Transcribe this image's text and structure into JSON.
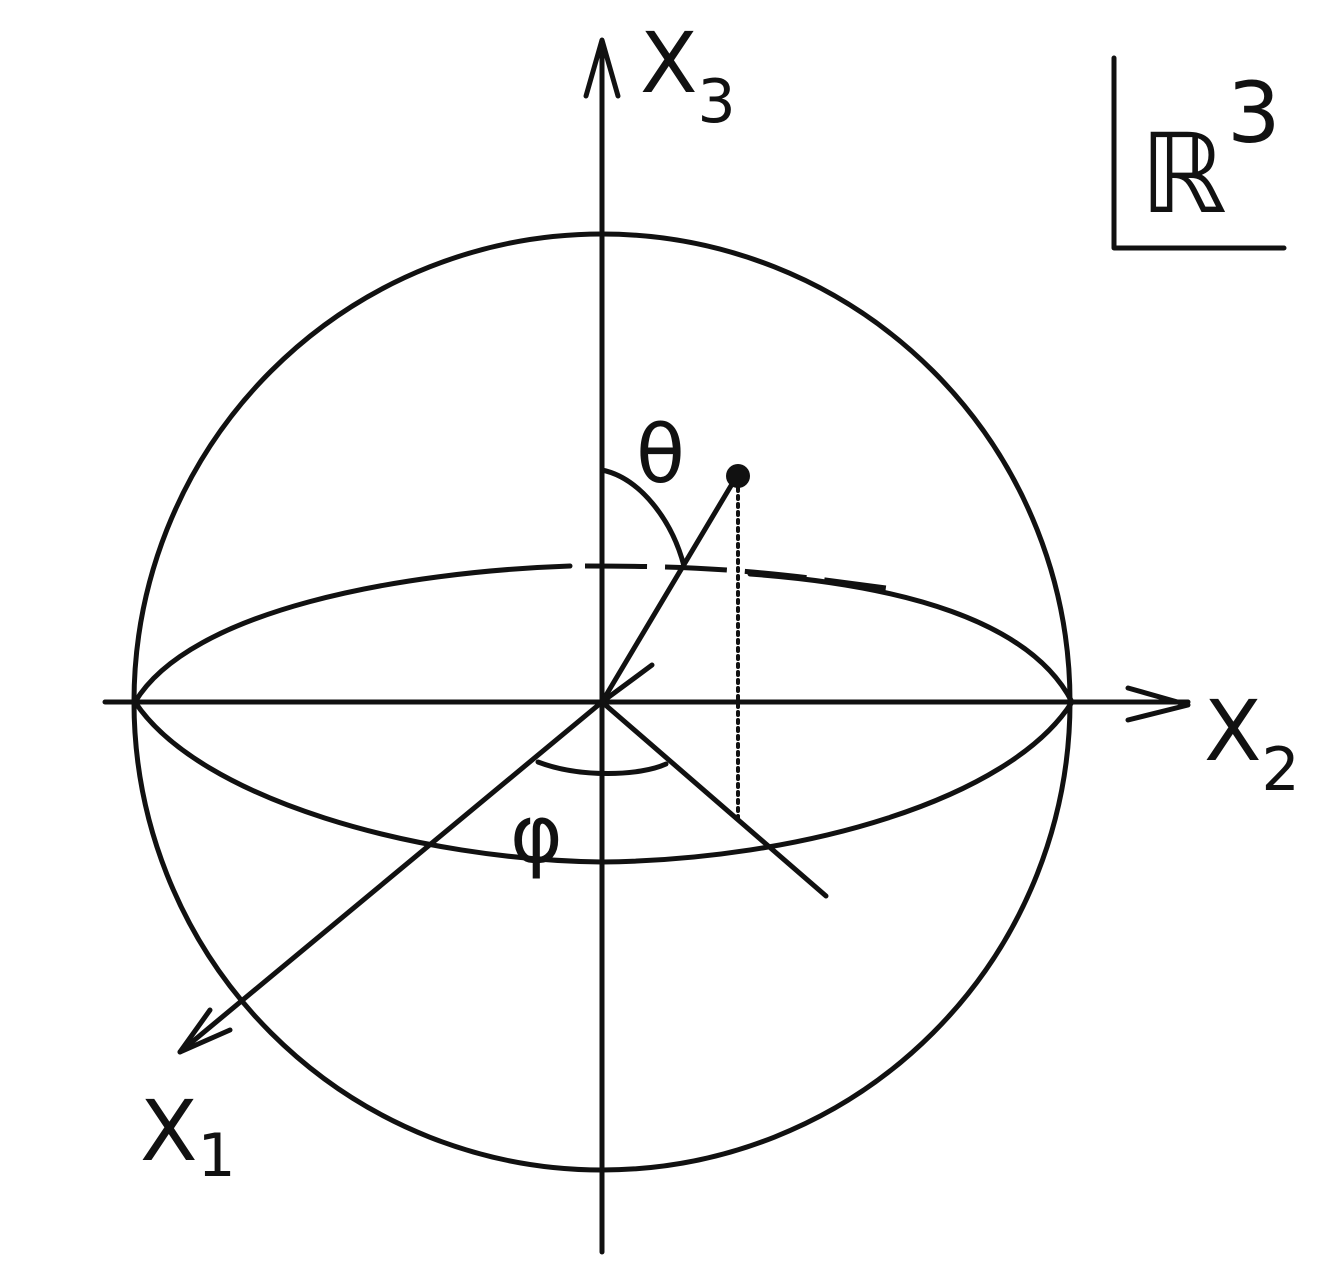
{
  "labels": {
    "x3": {
      "name": "X",
      "sub": "3"
    },
    "x2": {
      "name": "X",
      "sub": "2"
    },
    "x1": {
      "name": "X",
      "sub": "1"
    },
    "theta": "θ",
    "phi": "φ",
    "space": {
      "name": "ℝ",
      "sup": "3"
    }
  }
}
